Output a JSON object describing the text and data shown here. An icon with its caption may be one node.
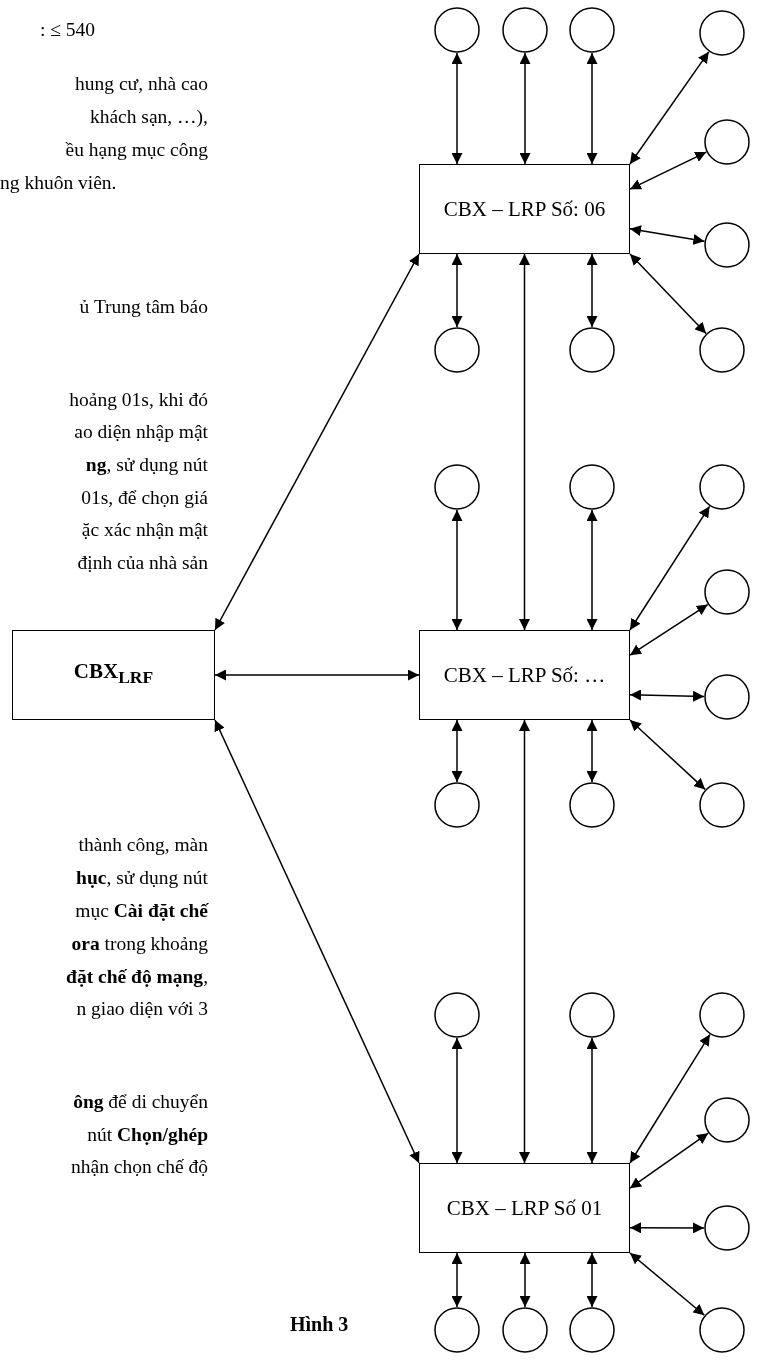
{
  "diagram": {
    "caption": "Hình 3",
    "nodes": [
      {
        "text": [
          "CBX – LRP Số: 06"
        ]
      },
      {
        "text": [
          "CBX$_{LRF}$"
        ]
      },
      {
        "text": [
          "CBX – LRP Số: …"
        ]
      },
      {
        "text": [
          "CBX – LRP Số 01"
        ]
      },
      {
        "text": [],
        "shape": "circle"
      },
      {
        "text": [],
        "shape": "circle"
      },
      {
        "text": [],
        "shape": "circle"
      },
      {
        "text": [],
        "shape": "circle"
      },
      {
        "text": [],
        "shape": "circle"
      },
      {
        "text": [],
        "shape": "circle"
      },
      {
        "text": [],
        "shape": "circle"
      },
      {
        "text": [],
        "shape": "circle"
      },
      {
        "text": [],
        "shape": "circle"
      },
      {
        "text": [],
        "shape": "circle"
      },
      {
        "text": [],
        "shape": "circle"
      },
      {
        "text": [],
        "shape": "circle"
      },
      {
        "text": [],
        "shape": "circle"
      },
      {
        "text": [],
        "shape": "circle"
      },
      {
        "text": [],
        "shape": "circle"
      },
      {
        "text": [],
        "shape": "circle"
      },
      {
        "text": [],
        "shape": "circle"
      },
      {
        "text": [],
        "shape": "circle"
      },
      {
        "text": [],
        "shape": "circle"
      },
      {
        "text": [],
        "shape": "circle"
      },
      {
        "text": [],
        "shape": "circle"
      },
      {
        "text": [],
        "shape": "circle"
      },
      {
        "text": [],
        "shape": "circle"
      },
      {
        "text": [],
        "shape": "circle"
      },
      {
        "text": [],
        "shape": "circle"
      },
      {
        "text": [],
        "shape": "circle"
      }
    ],
    "edges": [
      {
        "from": 1,
        "to": 0,
        "arrow": "both"
      },
      {
        "from": 1,
        "to": 2,
        "arrow": "both"
      },
      {
        "from": 1,
        "to": 3,
        "arrow": "both"
      },
      {
        "from": 0,
        "to": 2,
        "arrow": "both"
      },
      {
        "from": 2,
        "to": 3,
        "arrow": "both"
      },
      {
        "from": 4,
        "to": 0,
        "arrow": "both"
      },
      {
        "from": 5,
        "to": 0,
        "arrow": "both"
      },
      {
        "from": 6,
        "to": 0,
        "arrow": "both"
      },
      {
        "from": 7,
        "to": 0,
        "arrow": "both"
      },
      {
        "from": 8,
        "to": 0,
        "arrow": "both"
      },
      {
        "from": 9,
        "to": 0,
        "arrow": "both"
      },
      {
        "from": 10,
        "to": 0,
        "arrow": "both"
      },
      {
        "from": 11,
        "to": 0,
        "arrow": "both"
      },
      {
        "from": 12,
        "to": 0,
        "arrow": "both"
      },
      {
        "from": 13,
        "to": 2,
        "arrow": "both"
      },
      {
        "from": 14,
        "to": 2,
        "arrow": "both"
      },
      {
        "from": 15,
        "to": 2,
        "arrow": "both"
      },
      {
        "from": 16,
        "to": 2,
        "arrow": "both"
      },
      {
        "from": 17,
        "to": 2,
        "arrow": "both"
      },
      {
        "from": 18,
        "to": 2,
        "arrow": "both"
      },
      {
        "from": 19,
        "to": 2,
        "arrow": "both"
      },
      {
        "from": 20,
        "to": 2,
        "arrow": "both"
      },
      {
        "from": 21,
        "to": 3,
        "arrow": "both"
      },
      {
        "from": 22,
        "to": 3,
        "arrow": "both"
      },
      {
        "from": 23,
        "to": 3,
        "arrow": "both"
      },
      {
        "from": 24,
        "to": 3,
        "arrow": "both"
      },
      {
        "from": 25,
        "to": 3,
        "arrow": "both"
      },
      {
        "from": 26,
        "to": 3,
        "arrow": "both"
      },
      {
        "from": 27,
        "to": 3,
        "arrow": "both"
      },
      {
        "from": 28,
        "to": 3,
        "arrow": "both"
      },
      {
        "from": 29,
        "to": 3,
        "arrow": "both"
      }
    ],
    "labels": [
      ": ≤ 540",
      "hung cư, nhà cao",
      "khách sạn, …),",
      "ều hạng mục công",
      "ng khuôn viên.",
      "ủ Trung tâm báo",
      "hoảng 01s, khi đó",
      "ao diện nhập mật",
      "**ng**, sử dụng nút",
      "01s, để chọn giá",
      "ặc xác nhận mật",
      "định của nhà sản",
      "thành công, màn",
      "**hục**, sử dụng nút",
      "mục **Cài đặt chế**",
      "**ora** trong khoảng",
      "**đặt chế độ mạng**,",
      "n giao diện với 3",
      "**ông** để di chuyển",
      "nút **Chọn/ghép**",
      "nhận chọn chế độ"
    ]
  }
}
